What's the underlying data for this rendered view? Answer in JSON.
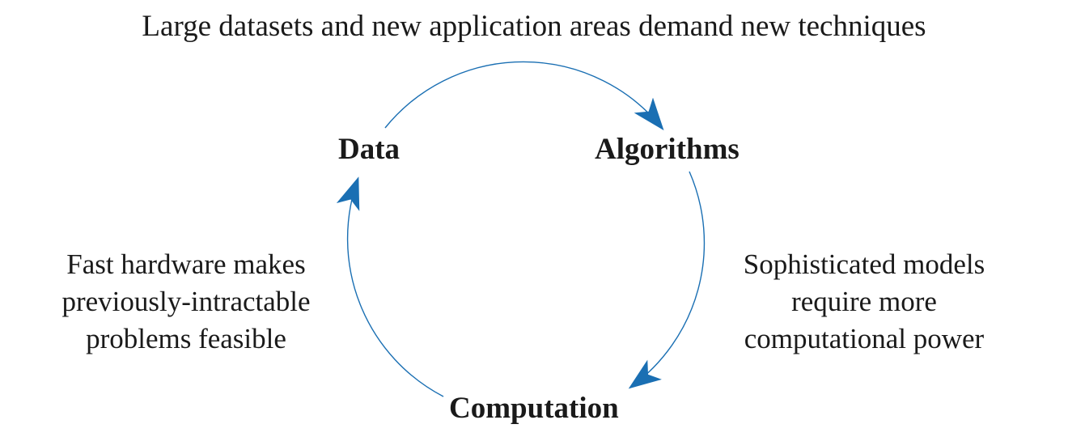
{
  "top_caption": "Large datasets and new application areas demand new techniques",
  "nodes": {
    "data": "Data",
    "algorithms": "Algorithms",
    "computation": "Computation"
  },
  "notes": {
    "right": [
      "Sophisticated models",
      "require more",
      "computational power"
    ],
    "left": [
      "Fast hardware makes",
      "previously-intractable",
      "problems feasible"
    ]
  },
  "colors": {
    "arrow": "#1a6fb3",
    "text": "#1a1a1a",
    "background": "#ffffff"
  },
  "icons": {
    "arc_arrow": "arrowhead-icon"
  }
}
